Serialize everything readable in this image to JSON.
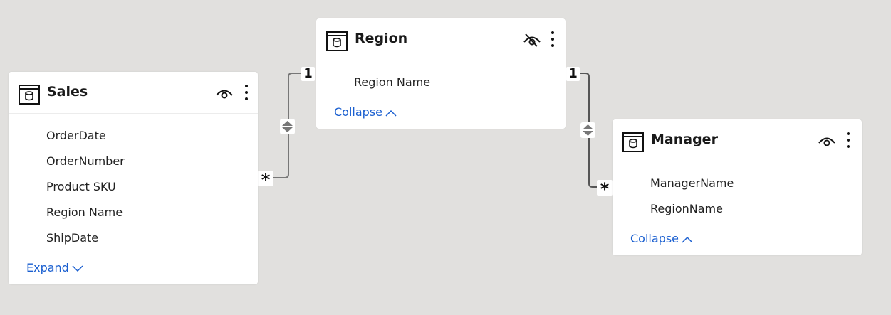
{
  "tables": [
    {
      "name": "Sales",
      "visible": true,
      "fields": [
        "OrderDate",
        "OrderNumber",
        "Product SKU",
        "Region Name",
        "ShipDate"
      ],
      "toggle": "Expand"
    },
    {
      "name": "Region",
      "visible": false,
      "fields": [
        "Region Name"
      ],
      "toggle": "Collapse"
    },
    {
      "name": "Manager",
      "visible": true,
      "fields": [
        "ManagerName",
        "RegionName"
      ],
      "toggle": "Collapse"
    }
  ],
  "relationships": [
    {
      "from": "Sales",
      "to": "Region",
      "many_label": "*",
      "one_label": "1",
      "direction": "both"
    },
    {
      "from": "Manager",
      "to": "Region",
      "many_label": "*",
      "one_label": "1",
      "direction": "both"
    }
  ]
}
